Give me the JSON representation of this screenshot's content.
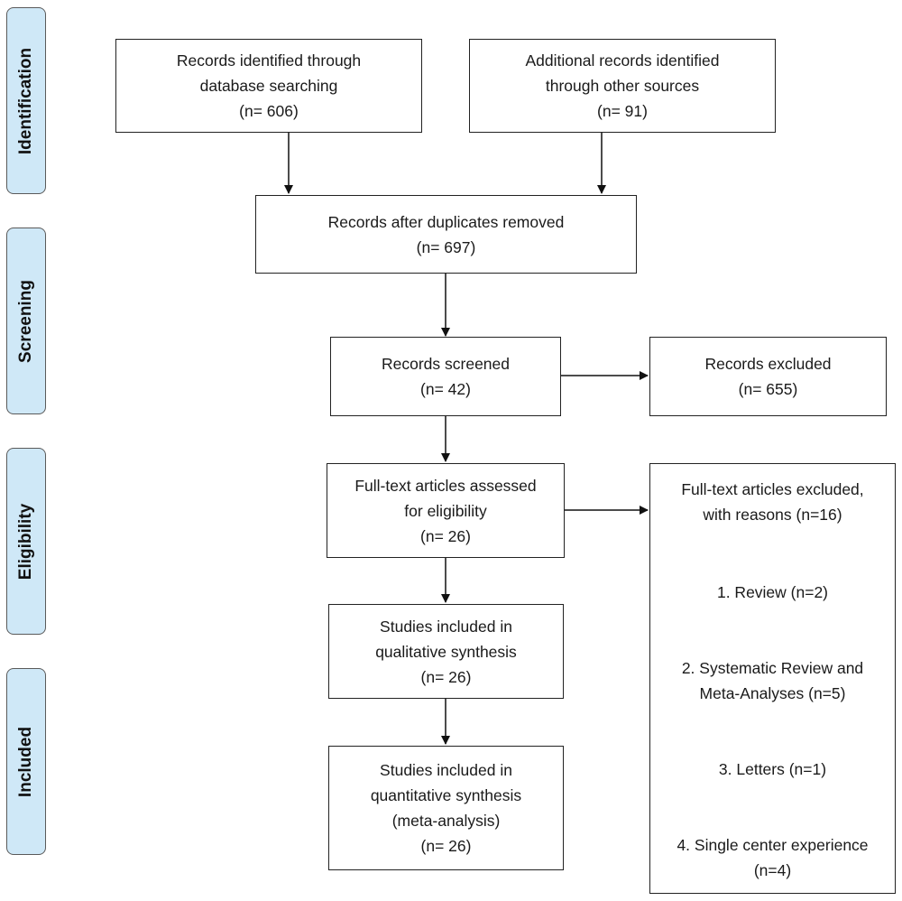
{
  "phases": {
    "identification": "Identification",
    "screening": "Screening",
    "eligibility": "Eligibility",
    "included": "Included"
  },
  "boxes": {
    "database": {
      "line1": "Records identified through",
      "line2": "database searching",
      "count": "(n= 606)"
    },
    "other_sources": {
      "line1": "Additional records identified",
      "line2": "through other sources",
      "count": "(n= 91)"
    },
    "duplicates_removed": {
      "line1": "Records after duplicates removed",
      "count": "(n= 697)"
    },
    "screened": {
      "line1": "Records screened",
      "count": "(n= 42)"
    },
    "excluded": {
      "line1": "Records excluded",
      "count": "(n= 655)"
    },
    "fulltext_assessed": {
      "line1": "Full-text articles assessed",
      "line2": "for eligibility",
      "count": "(n= 26)"
    },
    "fulltext_excluded": {
      "line1": "Full-text articles excluded,",
      "line2": "with reasons (n=16)",
      "reason1": "1. Review (n=2)",
      "reason2a": "2. Systematic Review and",
      "reason2b": "Meta-Analyses (n=5)",
      "reason3": "3. Letters (n=1)",
      "reason4a": "4. Single center experience",
      "reason4b": "(n=4)"
    },
    "qualitative": {
      "line1": "Studies included in",
      "line2": "qualitative synthesis",
      "count": "(n= 26)"
    },
    "quantitative": {
      "line1": "Studies included in",
      "line2": "quantitative synthesis",
      "line3": "(meta-analysis)",
      "count": "(n= 26)"
    }
  }
}
